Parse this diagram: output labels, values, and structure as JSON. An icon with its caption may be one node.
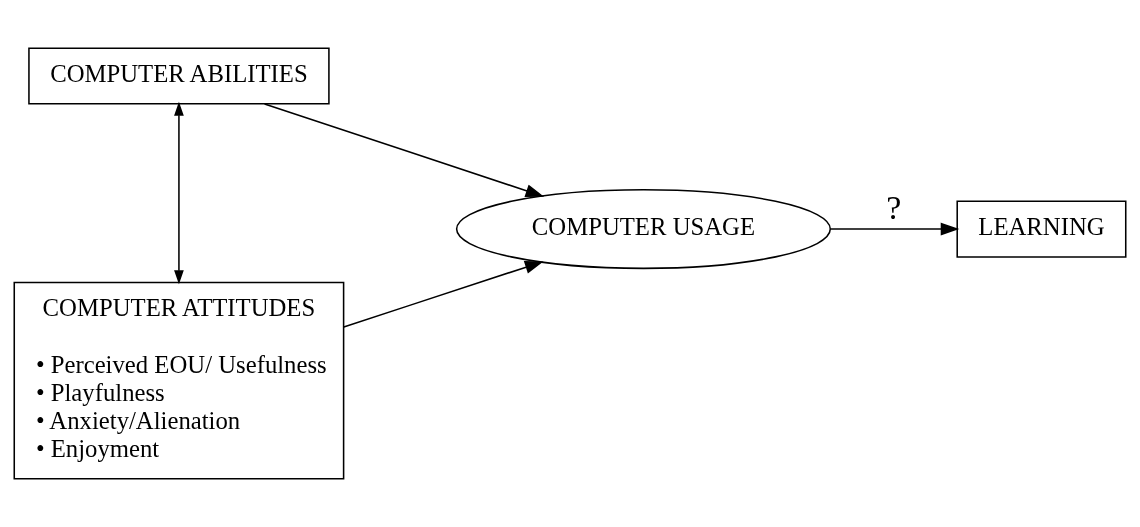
{
  "diagram": {
    "nodes": [
      {
        "text": [
          "COMPUTER ABILITIES"
        ]
      },
      {
        "text": [
          "COMPUTER ATTITUDES",
          "• Perceived EOU/ Usefulness",
          "• Playfulness",
          "• Anxiety/Alienation",
          "• Enjoyment"
        ]
      },
      {
        "text": [
          "COMPUTER USAGE"
        ]
      },
      {
        "text": [
          "LEARNING"
        ]
      }
    ],
    "edges": [
      {
        "from": 0,
        "to": 1,
        "arrow": "both"
      },
      {
        "from": 0,
        "to": 2,
        "arrow": "to"
      },
      {
        "from": 1,
        "to": 2,
        "arrow": "to"
      },
      {
        "from": 2,
        "to": 3,
        "arrow": "to",
        "label": "?"
      }
    ]
  }
}
